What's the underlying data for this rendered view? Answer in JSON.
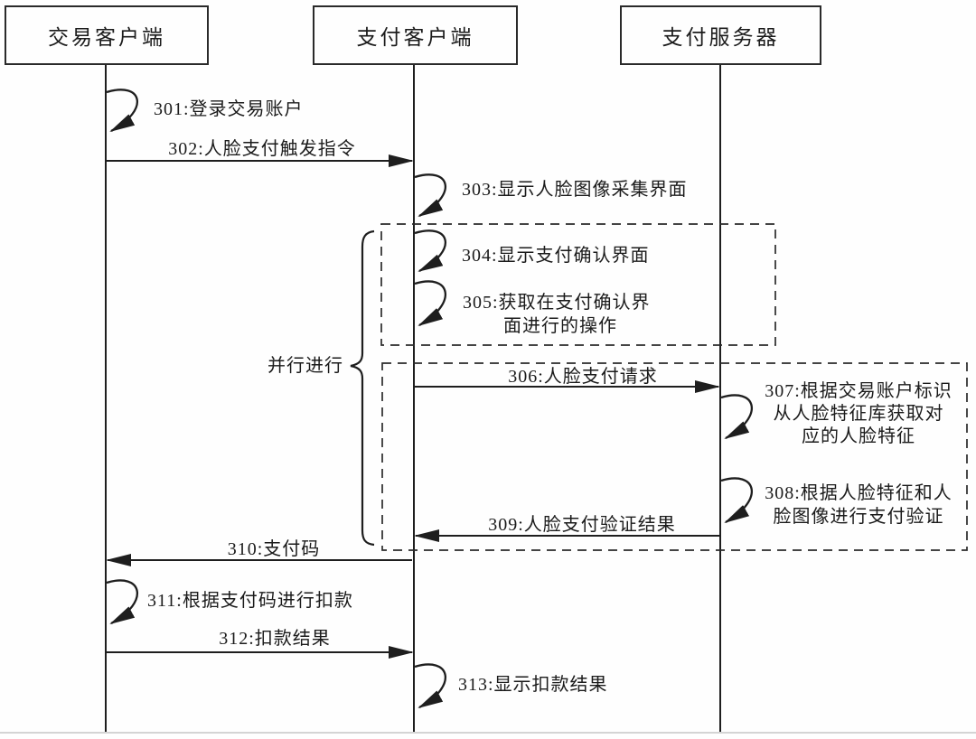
{
  "diagram_title": "face-payment-sequence-diagram",
  "actors": [
    {
      "label": "交易客户端"
    },
    {
      "label": "支付客户端"
    },
    {
      "label": "支付服务器"
    }
  ],
  "messages": {
    "m301": {
      "text": "301:登录交易账户",
      "type": "self",
      "on": "交易客户端"
    },
    "m302": {
      "text": "302:人脸支付触发指令",
      "type": "arrow",
      "from": "交易客户端",
      "to": "支付客户端"
    },
    "m303": {
      "text": "303:显示人脸图像采集界面",
      "type": "self",
      "on": "支付客户端"
    },
    "m304": {
      "text": "304:显示支付确认界面",
      "type": "self",
      "on": "支付客户端"
    },
    "m305": {
      "line1": "305:获取在支付确认界",
      "line2": "面进行的操作",
      "type": "self",
      "on": "支付客户端"
    },
    "m306": {
      "text": "306:人脸支付请求",
      "type": "arrow",
      "from": "支付客户端",
      "to": "支付服务器"
    },
    "m307": {
      "line1": "307:根据交易账户标识",
      "line2": "从人脸特征库获取对",
      "line3": "应的人脸特征",
      "type": "self",
      "on": "支付服务器"
    },
    "m308": {
      "line1": "308:根据人脸特征和人",
      "line2": "脸图像进行支付验证",
      "type": "self",
      "on": "支付服务器"
    },
    "m309": {
      "text": "309:人脸支付验证结果",
      "type": "arrow",
      "from": "支付服务器",
      "to": "支付客户端"
    },
    "m310": {
      "text": "310:支付码",
      "type": "arrow",
      "from": "支付客户端",
      "to": "交易客户端"
    },
    "m311": {
      "text": "311:根据支付码进行扣款",
      "type": "self",
      "on": "交易客户端"
    },
    "m312": {
      "text": "312:扣款结果",
      "type": "arrow",
      "from": "交易客户端",
      "to": "支付客户端"
    },
    "m313": {
      "text": "313:显示扣款结果",
      "type": "self",
      "on": "支付客户端"
    }
  },
  "annotations": {
    "parallel": "并行进行"
  },
  "colors": {
    "line": "#1e1e1e",
    "background": "#fefefe"
  }
}
